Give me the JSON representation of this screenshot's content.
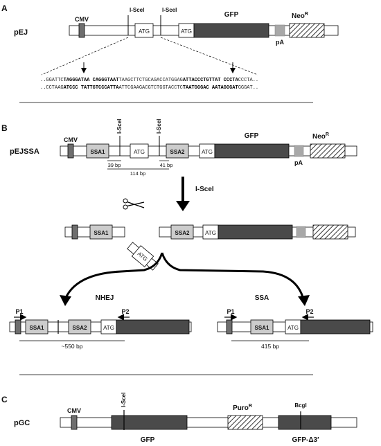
{
  "panels": {
    "A": "A",
    "B": "B",
    "C": "C"
  },
  "pEJ": {
    "name": "pEJ",
    "cmv": "CMV",
    "isce1": "I-SceI",
    "isce2": "I-SceI",
    "atg1": "ATG",
    "atg2": "ATG",
    "gfp": "GFP",
    "neo": "Neo",
    "neo_sup": "R",
    "pa": "pA",
    "seq_top": [
      {
        "t": "..GGATTC",
        "b": false
      },
      {
        "t": "TAGGGATAA",
        "b": true
      },
      {
        "t": " CAGGGTAAT",
        "b": true
      },
      {
        "t": "TAAGCTTCTGCAGACCATGGAG",
        "b": false
      },
      {
        "t": "ATTACCCTGTTAT",
        "b": true
      },
      {
        "t": " CCCTA",
        "b": true
      },
      {
        "t": "CCCTA..",
        "b": false
      }
    ],
    "seq_bot": [
      {
        "t": "..CCTAAG",
        "b": false
      },
      {
        "t": "ATCCC",
        "b": true
      },
      {
        "t": " TATTGTCCCATTA",
        "b": true
      },
      {
        "t": "ATTCGAAGACGTCTGGTACCTC",
        "b": false
      },
      {
        "t": "TAATGGGAC",
        "b": true
      },
      {
        "t": " AATAGGGAT",
        "b": true
      },
      {
        "t": "GGGAT..",
        "b": false
      }
    ]
  },
  "pEJSSA": {
    "name": "pEJSSA",
    "cmv": "CMV",
    "ssa1": "SSA1",
    "ssa2": "SSA2",
    "isce1": "I-SceI",
    "isce2": "I-SceI",
    "atg1": "ATG",
    "atg2": "ATG",
    "gfp": "GFP",
    "neo": "Neo",
    "neo_sup": "R",
    "pa": "pA",
    "bp39": "39 bp",
    "bp41": "41 bp",
    "bp114": "114 bp",
    "cut_label": "I-SceI",
    "excised_atg": "ATG",
    "nhej": "NHEJ",
    "ssa": "SSA",
    "p1": "P1",
    "p2": "P2",
    "nhej_size": "~550 bp",
    "ssa_size": "415 bp"
  },
  "pGC": {
    "name": "pGC",
    "cmv": "CMV",
    "isce": "I-SceI",
    "gfp": "GFP",
    "puro": "Puro",
    "puro_sup": "R",
    "bcgi": "BcgI",
    "gfp_d3": "GFP-Δ3′"
  },
  "colors": {
    "gfp_fill": "#4a4a4a",
    "ssa_fill": "#cccccc",
    "cmv_fill": "#6e6e6e",
    "pa_fill": "#a8a8a8"
  }
}
